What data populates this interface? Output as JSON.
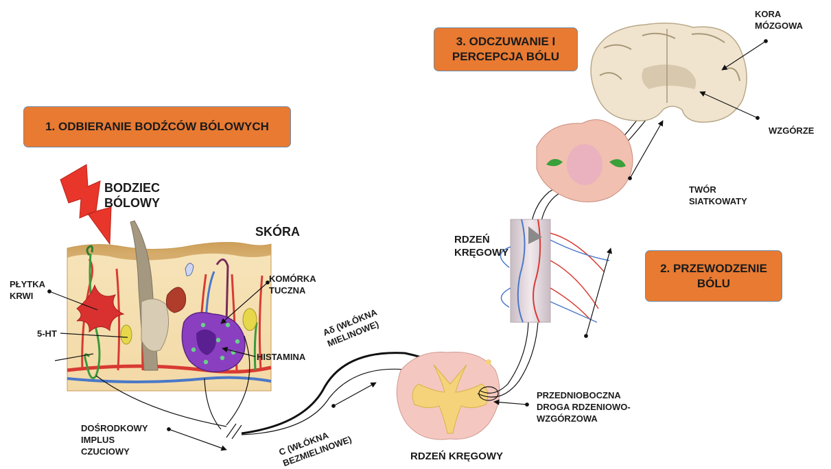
{
  "stages": {
    "reception": "1. ODBIERANIE BODŹCÓW BÓLOWYCH",
    "conduction_line1": "2. PRZEWODZENIE",
    "conduction_line2": "BÓLU",
    "perception_line1": "3. ODCZUWANIE I",
    "perception_line2": "PERCEPCJA BÓLU"
  },
  "labels": {
    "stimulus_line1": "BODZIEC",
    "stimulus_line2": "BÓLOWY",
    "skin": "SKÓRA",
    "platelet_line1": "PŁYTKA",
    "platelet_line2": "KRWI",
    "serotonin": "5-HT",
    "mast_cell_line1": "KOMÓRKA",
    "mast_cell_line2": "TUCZNA",
    "histamine": "HISTAMINA",
    "afferent_line1": "DOŚRODKOWY",
    "afferent_line2": "IMPLUS",
    "afferent_line3": "CZUCIOWY",
    "a_delta_line1": "Aδ (WŁÓKNA",
    "a_delta_line2": "MIELINOWE)",
    "c_fiber_line1": "C (WŁÓKNA",
    "c_fiber_line2": "BEZMIELINOWE)",
    "spinal_cord_bottom": "RDZEŃ KRĘGOWY",
    "spinal_cord_line1": "RDZEŃ",
    "spinal_cord_line2": "KRĘGOWY",
    "tract_line1": "PRZEDNIOBOCZNA",
    "tract_line2": "DROGA RDZENIOWO-",
    "tract_line3": "WZGÓRZOWA",
    "reticular_line1": "TWÓR",
    "reticular_line2": "SIATKOWATY",
    "cortex_line1": "KORA",
    "cortex_line2": "MÓZGOWA",
    "thalamus": "WZGÓRZE"
  },
  "colors": {
    "stage_box": "#e87a32",
    "stage_border": "#6c8aa8",
    "lightning": "#e8362a",
    "skin_tissue": "#f3ddb0",
    "blood_vessel": "#d83a32",
    "vein": "#4a78c8",
    "mast_cell": "#8a3fc0",
    "grey_matter": "#f4d37a",
    "brain": "#f0e4cf"
  }
}
